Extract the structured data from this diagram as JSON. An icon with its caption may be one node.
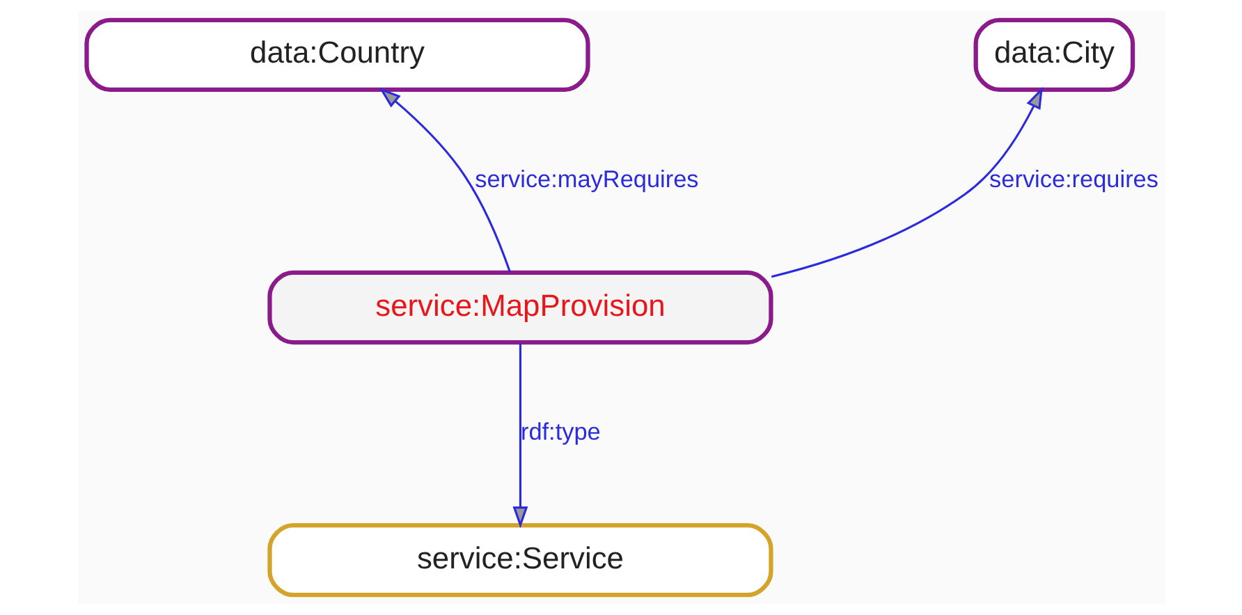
{
  "diagram": {
    "nodes": [
      {
        "text": [
          "data:Country"
        ]
      },
      {
        "text": [
          "data:City"
        ]
      },
      {
        "text": [
          "service:MapProvision"
        ]
      },
      {
        "text": [
          "service:Service"
        ]
      }
    ],
    "edges": [
      {
        "from": 2,
        "to": 0,
        "arrow": "to",
        "label": "service:mayRequires"
      },
      {
        "from": 2,
        "to": 1,
        "arrow": "to",
        "label": "service:requires"
      },
      {
        "from": 2,
        "to": 3,
        "arrow": "to",
        "label": "rdf:type"
      }
    ]
  }
}
